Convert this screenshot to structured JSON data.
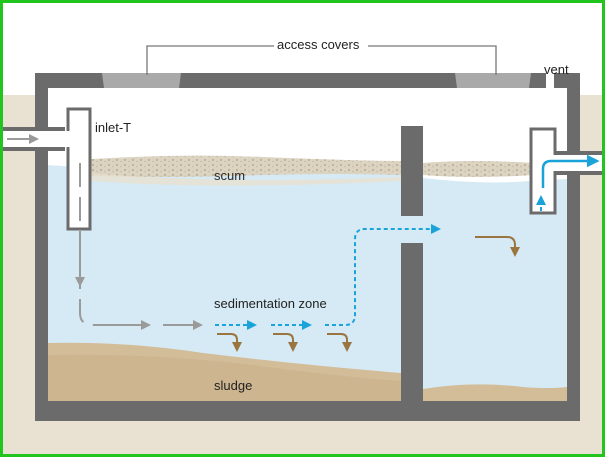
{
  "labels": {
    "access_covers": "access covers",
    "vent": "vent",
    "inlet": "inlet-T",
    "scum": "scum",
    "sedimentation_zone": "sedimentation zone",
    "sludge": "sludge"
  },
  "colors": {
    "frame_border": "#22c51e",
    "concrete": "#6b6b6b",
    "cover": "#a9a9a9",
    "ground": "#e9e1d2",
    "water": "#d6eaf5",
    "scum": "#ddd4c2",
    "sludge": "#d3bc98",
    "flow_gray": "#9a9a9a",
    "flow_blue": "#1aa3d9",
    "settle_brown": "#9b7540"
  }
}
